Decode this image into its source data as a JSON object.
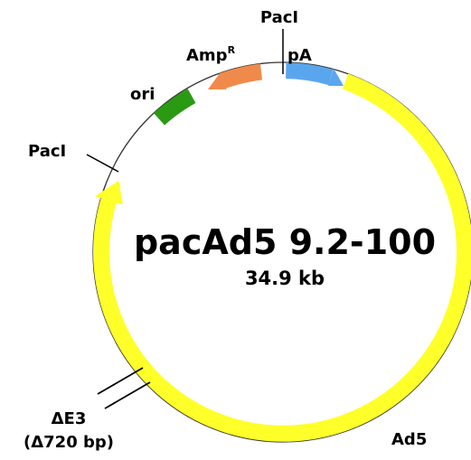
{
  "plasmid": {
    "name": "pacAd5 9.2-100",
    "size": "34.9 kb"
  },
  "features": {
    "ad5": {
      "label": "Ad5",
      "color": "#ffff2a"
    },
    "ori": {
      "label": "ori",
      "color": "#2a9a12"
    },
    "ampr": {
      "label": "Amp",
      "superscript": "R",
      "color": "#f08a4b"
    },
    "pa": {
      "label": "pA",
      "color": "#5aa6ee"
    }
  },
  "sites": {
    "paci_top": "PacI",
    "paci_left": "PacI",
    "delta_e3": "ΔE3",
    "delta_e3_detail": "(Δ720 bp)"
  },
  "colors": {
    "backbone": "#333333",
    "marker": "#000000"
  }
}
